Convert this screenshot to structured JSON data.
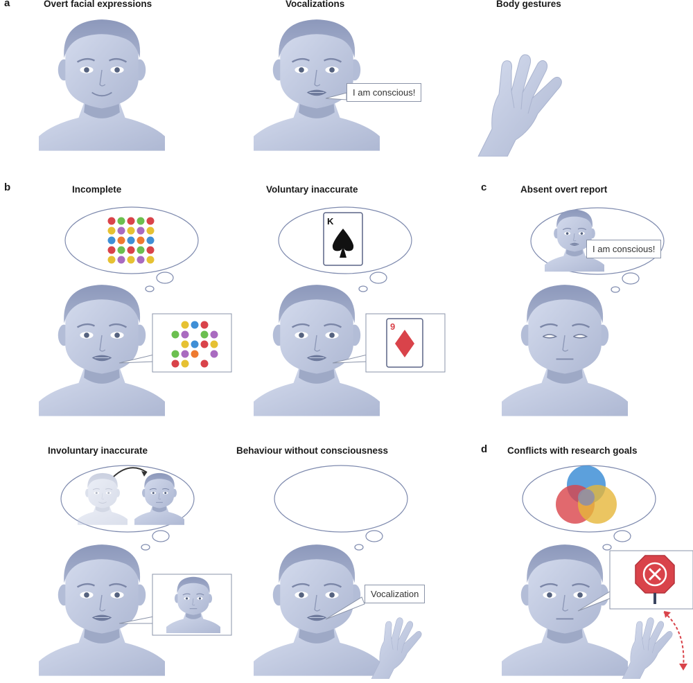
{
  "panel_labels": [
    "a",
    "b",
    "c",
    "d"
  ],
  "titles": {
    "overt_facial": "Overt facial expressions",
    "vocalizations": "Vocalizations",
    "body_gestures": "Body gestures",
    "incomplete": "Incomplete",
    "voluntary_inaccurate": "Voluntary inaccurate",
    "absent_overt_report": "Absent overt report",
    "involuntary_inaccurate": "Involuntary inaccurate",
    "behaviour_without_consciousness": "Behaviour without consciousness",
    "conflicts_research_goals": "Conflicts with research goals"
  },
  "speech": {
    "vocal": "I am conscious!",
    "absent": "I am conscious!",
    "behaviour": "Vocalization"
  },
  "cards": {
    "thought_card": "K",
    "said_card": "9"
  },
  "colors": {
    "skin": "#c9d1e6",
    "skin_dark": "#a3aecb",
    "hair": "#9aa5c4",
    "outline": "#7e89aa",
    "red": "#d9434a",
    "orange": "#ee7a2f",
    "yellow": "#e6c132",
    "green": "#6bbf4f",
    "blue": "#3f8fd6",
    "purple": "#a96ac0"
  }
}
